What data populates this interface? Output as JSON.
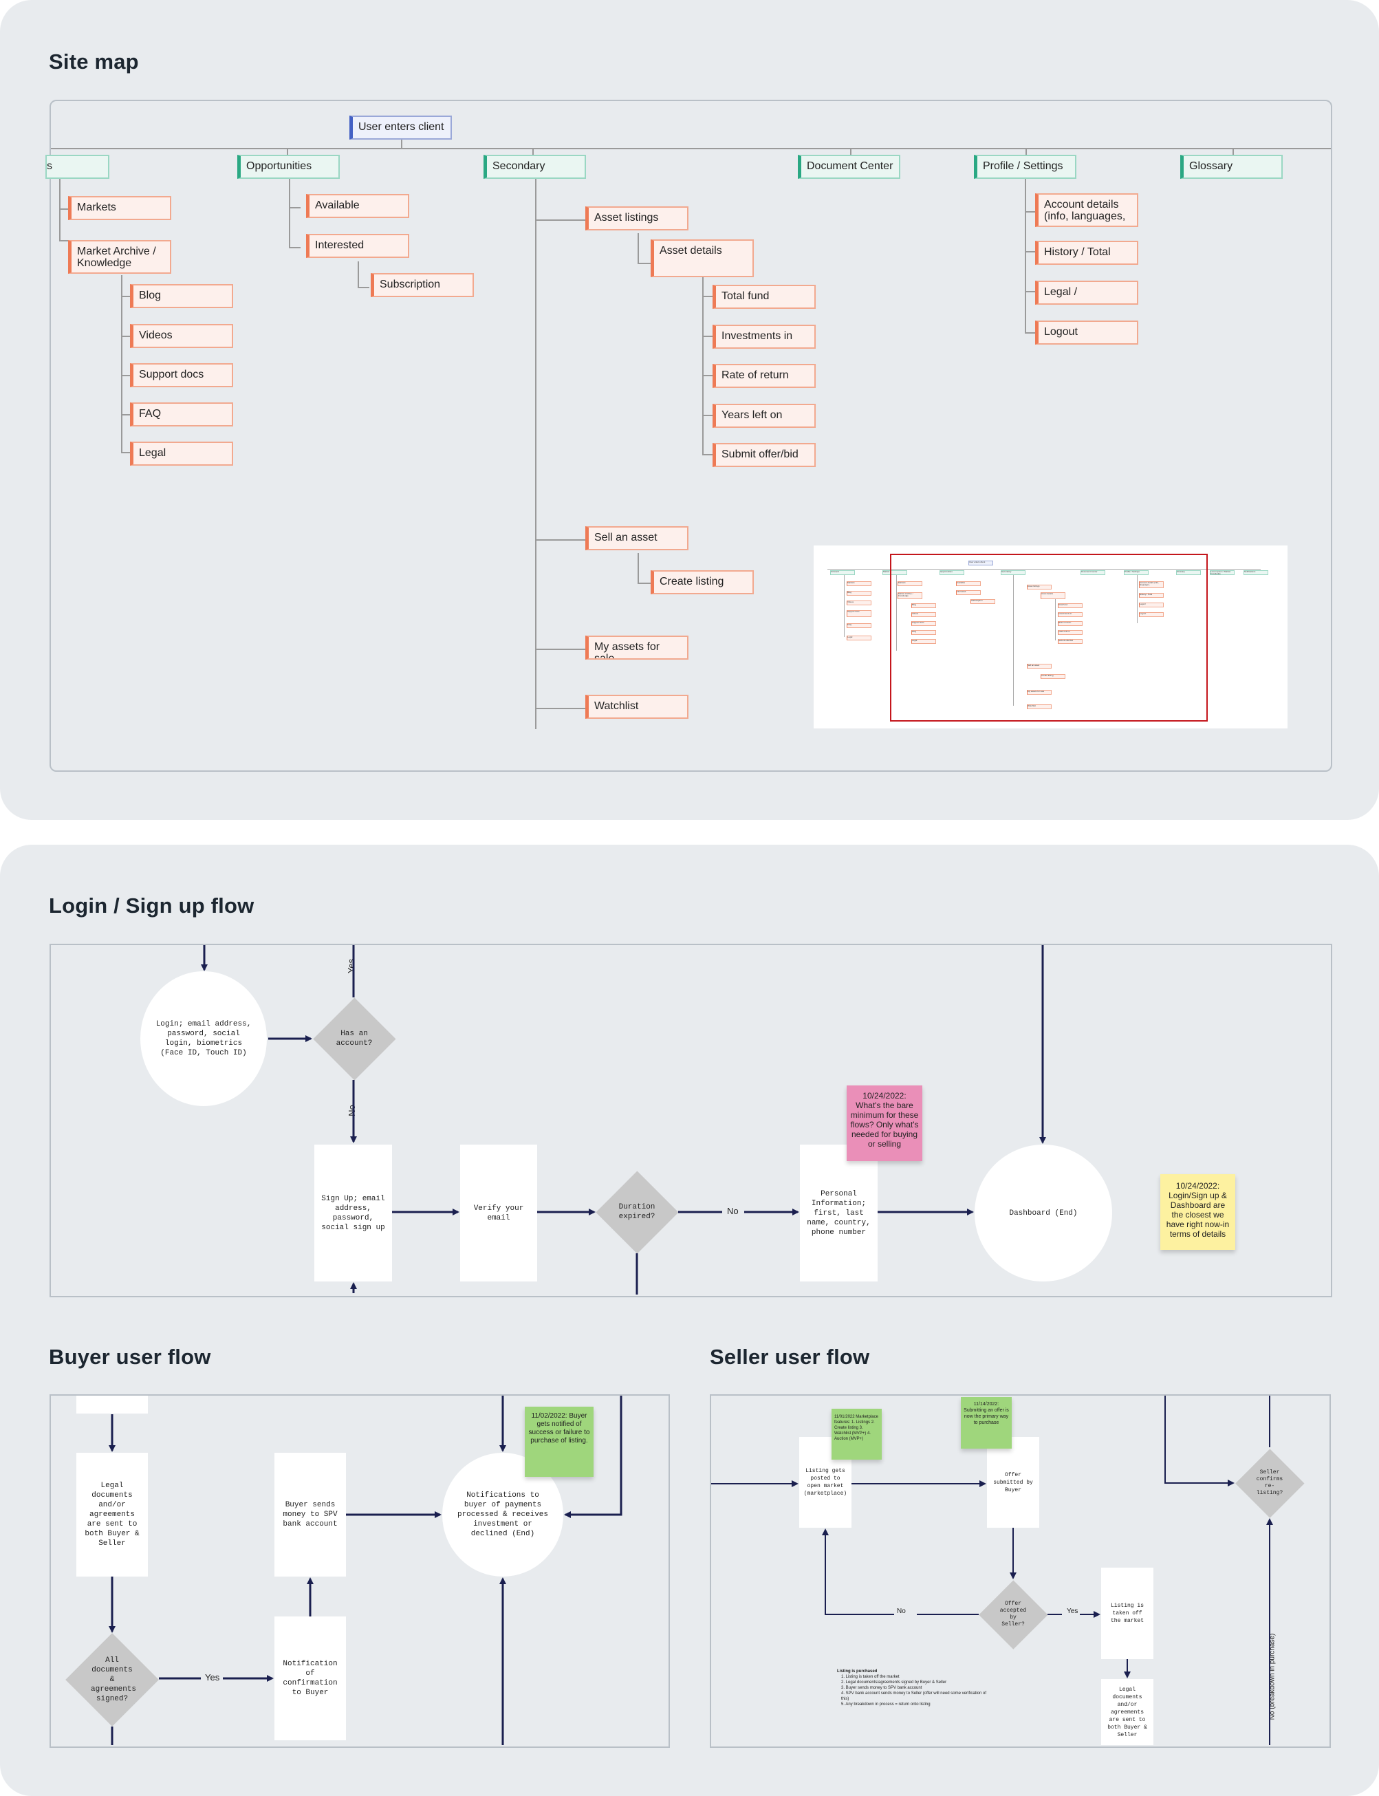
{
  "sitemap": {
    "title": "Site map",
    "root": "User enters client",
    "sections": [
      "s",
      "Opportunities",
      "Secondary",
      "Document Center",
      "Profile / Settings",
      "Glossary"
    ],
    "left_children": [
      "Markets",
      "Market Archive / Knowledge"
    ],
    "knowledge_children": [
      "Blog",
      "Videos",
      "Support docs",
      "FAQ",
      "Legal"
    ],
    "opportunities_children": [
      "Available",
      "Interested"
    ],
    "interested_children": [
      "Subscription"
    ],
    "secondary_children": [
      "Asset listings",
      "Sell an asset",
      "My assets for sale",
      "Watchlist"
    ],
    "asset_listings_children": [
      "Asset details"
    ],
    "asset_details_children": [
      "Total fund",
      "Investments in",
      "Rate of return",
      "Years left on",
      "Submit offer/bid"
    ],
    "sell_children": [
      "Create listing"
    ],
    "profile_children": [
      "Account details (info, languages,",
      "History / Total",
      "Legal /",
      "Logout"
    ],
    "thumbnail": {
      "root": "User enters client",
      "sections": [
        "Onboard",
        "Market",
        "Opportunities",
        "Secondary",
        "Document Center",
        "Profile / Settings",
        "Glossary",
        "Lorem Ipsum / Market Knowledge",
        "Notifications"
      ]
    }
  },
  "login": {
    "title": "Login / Sign up flow",
    "login_node": "Login; email address, password, social login, biometrics (Face ID, Touch ID)",
    "has_account": "Has an account?",
    "yes": "Yes",
    "no": "No",
    "signup": "Sign Up; email address, password, social sign up",
    "verify": "Verify your email",
    "duration": "Duration expired?",
    "no2": "No",
    "personal": "Personal Information; first, last name, country, phone number",
    "dashboard": "Dashboard (End)",
    "sticky_pink": "10/24/2022: What's the bare minimum for these flows? Only what's needed for buying or selling",
    "sticky_yellow": "10/24/2022: Login/Sign up & Dashboard are the closest we have right now-in terms of details"
  },
  "buyer": {
    "title": "Buyer user flow",
    "legal": "Legal documents and/or agreements are sent to both Buyer & Seller",
    "signed": "All documents & agreements signed?",
    "yes": "Yes",
    "notification": "Notification of confirmation to Buyer",
    "sends": "Buyer sends money to SPV bank account",
    "notify_end": "Notifications to buyer of payments processed & receives investment or declined (End)",
    "sticky": "11/02/2022: Buyer gets notified of success or failure to purchase of listing."
  },
  "seller": {
    "title": "Seller user flow",
    "listing_posted": "Listing gets posted to open market (marketplace)",
    "offer": "Offer submitted by Buyer",
    "accepted": "Offer accepted by Seller?",
    "no": "No",
    "yes": "Yes",
    "taken_off": "Listing is taken off the market",
    "legal": "Legal documents and/or agreements are sent to both Buyer & Seller",
    "confirms": "Seller confirms re-listing?",
    "vertical_label": "No (breakdown in purchase)",
    "sticky1": "11/01/2022 Marketplace features: 1. Listings 2. Create listing 3. Watchlist (MVP+) 4. Auction (MVP+)",
    "sticky2": "11/14/2022: Submitting an offer is now the primary way to purchase",
    "notes_title": "Listing is purchased",
    "notes": [
      "1. Listing is taken off the market",
      "2. Legal documents/agreements signed by Buyer & Seller",
      "3. Buyer sends money to SPV bank account",
      "4. SPV bank account sends money to Seller (offer will need some verification of this)",
      "5. Any breakdown in process = return onto listing"
    ]
  },
  "colors": {
    "panel": "#e8ebee",
    "orange_accent": "#ee7a55",
    "teal_accent": "#2aa883",
    "blue_accent": "#4461c4",
    "sticky_pink": "#ea8fb8",
    "sticky_yellow": "#fdf1a0",
    "sticky_green": "#9fd67c",
    "arrow": "#1a1f4f"
  }
}
